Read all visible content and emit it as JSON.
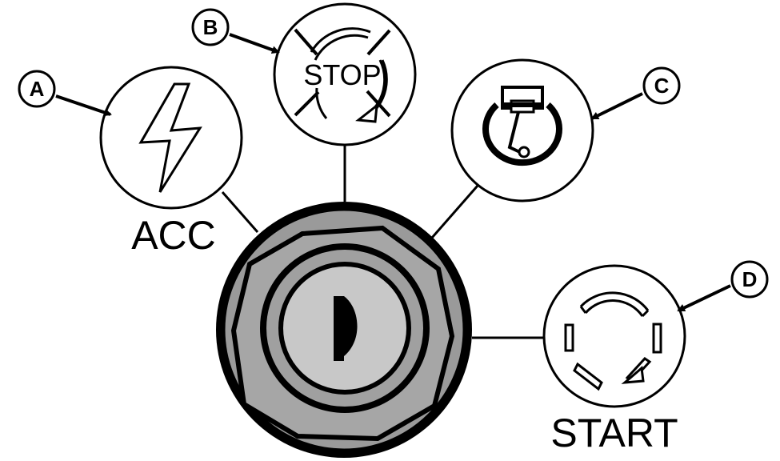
{
  "diagram": {
    "colors": {
      "ink": "#000000",
      "paper": "#ffffff",
      "bezel": "#9a9a9a",
      "ring": "#a6a6a6",
      "face": "#c8c8c8"
    },
    "positions": [
      {
        "id": "acc",
        "label": "ACC",
        "callout": "A",
        "icon": "lightning-bolt-icon"
      },
      {
        "id": "stop",
        "label": "STOP",
        "callout": "B",
        "icon": "stop-circle-icon"
      },
      {
        "id": "run",
        "label": "",
        "callout": "C",
        "icon": "engine-run-icon"
      },
      {
        "id": "start",
        "label": "START",
        "callout": "D",
        "icon": "start-rotation-icon"
      }
    ],
    "switch": {
      "icon": "ignition-key-slot-icon"
    }
  }
}
